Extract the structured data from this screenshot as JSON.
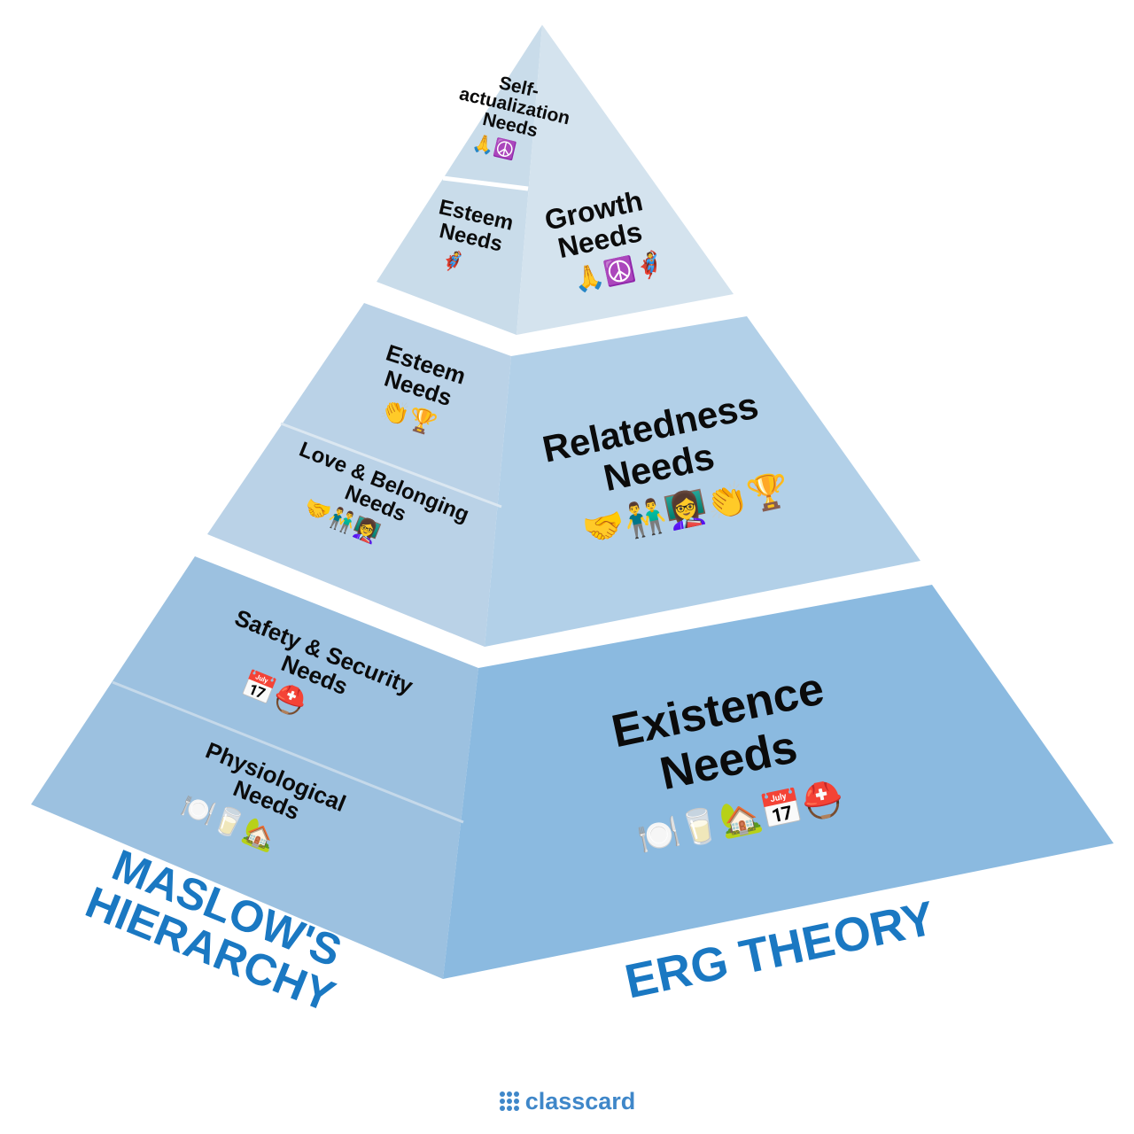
{
  "maslow": {
    "title_line1": "MASLOW'S",
    "title_line2": "HIERARCHY",
    "levels": [
      {
        "line1": "Self-",
        "line2": "actualization",
        "line3": "Needs",
        "icons": "🙏☮️"
      },
      {
        "line1": "Esteem",
        "line2": "Needs",
        "icons": "🦸"
      },
      {
        "line1": "Esteem",
        "line2": "Needs",
        "icons": "👏🏆"
      },
      {
        "line1": "Love & Belonging",
        "line2": "Needs",
        "icons": "🤝👬👩‍🏫"
      },
      {
        "line1": "Safety & Security",
        "line2": "Needs",
        "icons": "📅⛑️"
      },
      {
        "line1": "Physiological",
        "line2": "Needs",
        "icons": "🍽️🥛🏡"
      }
    ]
  },
  "erg": {
    "title": "ERG THEORY",
    "levels": [
      {
        "line1": "Growth",
        "line2": "Needs",
        "icons": "🙏☮️🦸"
      },
      {
        "line1": "Relatedness",
        "line2": "Needs",
        "icons": "🤝👬👩‍🏫👏🏆"
      },
      {
        "line1": "Existence",
        "line2": "Needs",
        "icons": "🍽️🥛🏡📅⛑️"
      }
    ]
  },
  "brand": {
    "name": "classcard"
  },
  "colors": {
    "top_left": "#c9dcea",
    "top_right": "#d4e3ee",
    "mid_left": "#bad2e7",
    "mid_right": "#b2d0e8",
    "bottom_left": "#9cc1e0",
    "bottom_right": "#8bbae0",
    "accent": "#1a78c2",
    "brand": "#3f87c9"
  }
}
